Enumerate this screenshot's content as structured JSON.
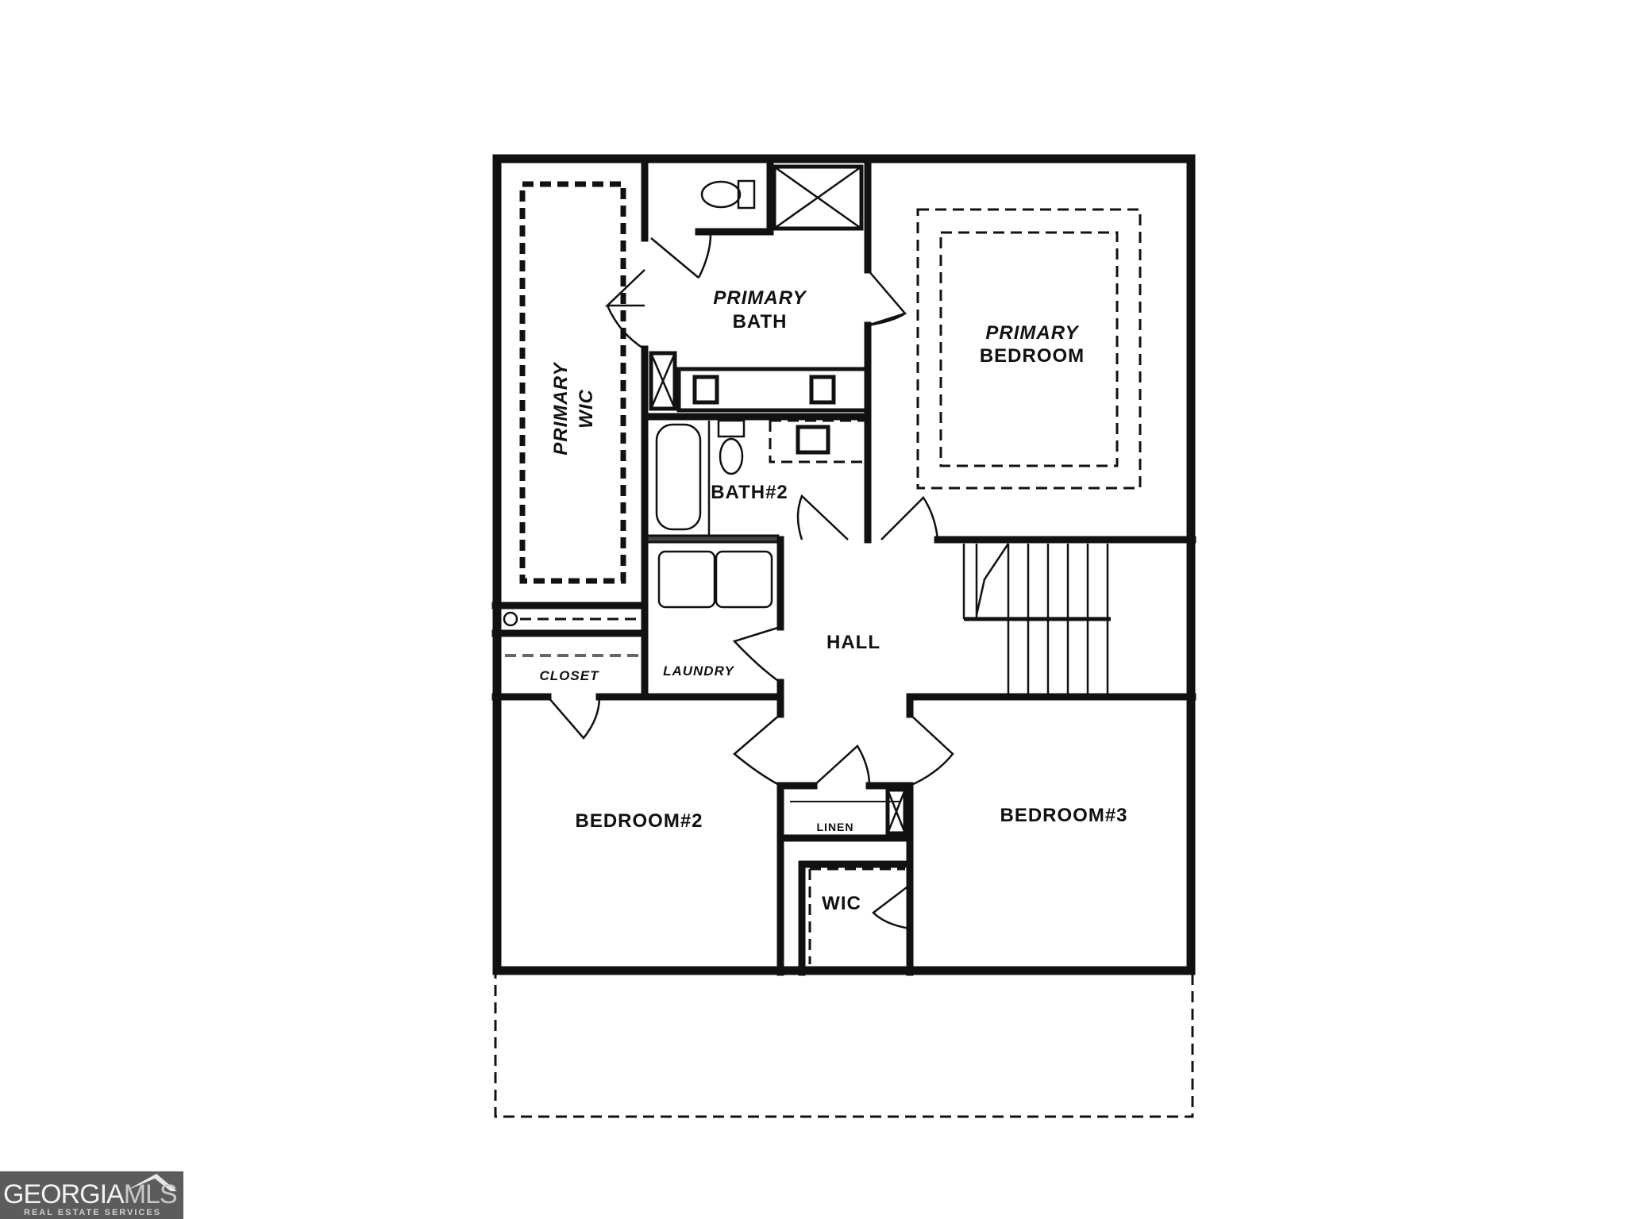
{
  "floor_plan": {
    "rooms": {
      "primary_bath": [
        "PRIMARY",
        "BATH"
      ],
      "primary_bedroom": [
        "PRIMARY",
        "BEDROOM"
      ],
      "primary_wic": [
        "PRIMARY",
        "WIC"
      ],
      "bath2": "BATH#2",
      "hall": "HALL",
      "closet": "CLOSET",
      "laundry": "LAUNDRY",
      "bedroom2": "BEDROOM#2",
      "linen": "LINEN",
      "wic": "WIC",
      "bedroom3": "BEDROOM#3"
    }
  },
  "logo": {
    "name_part1": "GEORGIA",
    "name_part2": "MLS",
    "tagline": "REAL ESTATE SERVICES"
  }
}
